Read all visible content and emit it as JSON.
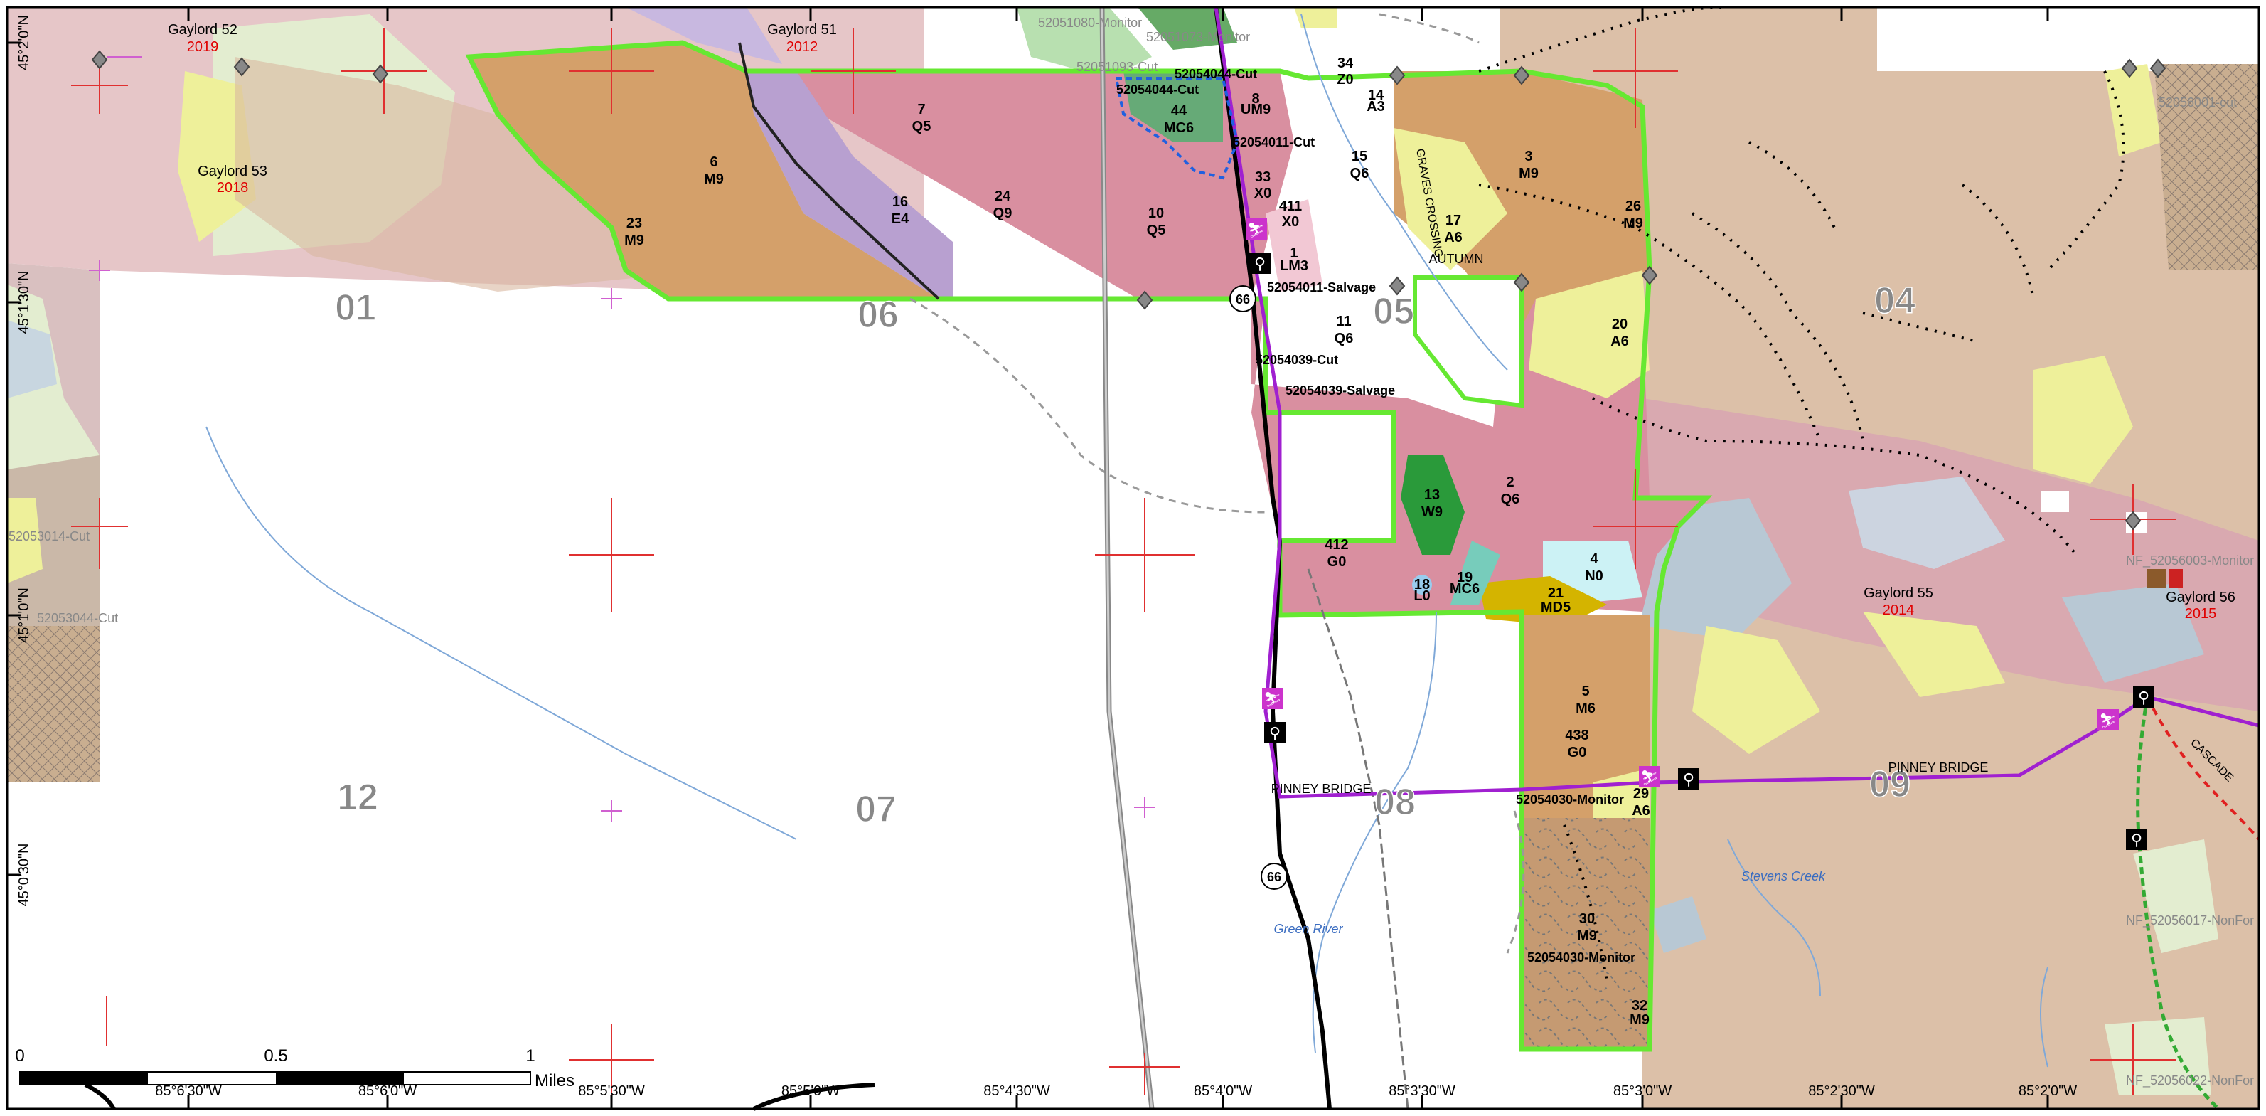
{
  "map": {
    "sections": [
      "01",
      "06",
      "05",
      "04",
      "12",
      "07",
      "08",
      "09"
    ],
    "compartments": [
      {
        "name": "Gaylord 52",
        "year": "2019"
      },
      {
        "name": "Gaylord 51",
        "year": "2012"
      },
      {
        "name": "Gaylord 53",
        "year": "2018"
      },
      {
        "name": "Gaylord 55",
        "year": "2014"
      },
      {
        "name": "Gaylord 56",
        "year": "2015"
      }
    ],
    "stands": [
      {
        "id": "6",
        "code": "M9"
      },
      {
        "id": "7",
        "code": "Q5"
      },
      {
        "id": "16",
        "code": "E4"
      },
      {
        "id": "24",
        "code": "Q9"
      },
      {
        "id": "10",
        "code": "Q5"
      },
      {
        "id": "23",
        "code": "M9"
      },
      {
        "id": "44",
        "code": "MC6"
      },
      {
        "id": "34",
        "code": "Z0"
      },
      {
        "id": "33",
        "code": "X0"
      },
      {
        "id": "411",
        "code": "X0"
      },
      {
        "id": "1",
        "code": "LM3"
      },
      {
        "id": "15",
        "code": "Q6"
      },
      {
        "id": "3",
        "code": "M9"
      },
      {
        "id": "17",
        "code": "A6"
      },
      {
        "id": "26",
        "code": "M9"
      },
      {
        "id": "20",
        "code": "A6"
      },
      {
        "id": "11",
        "code": "Q6"
      },
      {
        "id": "13",
        "code": "W9"
      },
      {
        "id": "2",
        "code": "Q6"
      },
      {
        "id": "412",
        "code": "G0"
      },
      {
        "id": "4",
        "code": "N0"
      },
      {
        "id": "21",
        "code": "MD5"
      },
      {
        "id": "18",
        "code": "L0"
      },
      {
        "id": "19",
        "code": "MC6"
      },
      {
        "id": "5",
        "code": "M6"
      },
      {
        "id": "438",
        "code": "G0"
      },
      {
        "id": "29",
        "code": "A6"
      },
      {
        "id": "30",
        "code": "M9"
      },
      {
        "id": "32",
        "code": "M9"
      },
      {
        "id": "8",
        "code": "UM9"
      },
      {
        "id": "14",
        "code": "A3"
      }
    ],
    "treatments": [
      "52054044-Cut",
      "52054044-Cut",
      "52054011-Cut",
      "52054011-Salvage",
      "52054039-Cut",
      "52054039-Salvage",
      "52054030-Monitor",
      "52054030-Monitor"
    ],
    "gray_treatments": [
      "52051080-Monitor",
      "52051073-Monitor",
      "52051093-Cut",
      "52056001-cut",
      "52053014-Cut",
      "52053044-Cut",
      "NF_52056003-Monitor",
      "NF_52056017-NonFor",
      "NF_52056022-NonFor"
    ],
    "road_names": [
      "PINNEY BRIDGE",
      "PINNEY BRIDGE",
      "GRAVES CROSSING",
      "AUTUMN",
      "CASCADE"
    ],
    "route_shields": [
      "66",
      "66"
    ],
    "water_names": [
      "Stevens Creek",
      "Green River"
    ],
    "latitudes": [
      "45°2'0\"N",
      "45°1'30\"N",
      "45°1'0\"N",
      "45°0'30\"N"
    ],
    "longitudes": [
      "85°6'30\"W",
      "85°6'0\"W",
      "85°5'30\"W",
      "85°5'0\"W",
      "85°4'30\"W",
      "85°4'0\"W",
      "85°3'30\"W",
      "85°3'0\"W",
      "85°2'30\"W",
      "85°2'0\"W"
    ],
    "scale_bar": {
      "labels": [
        "0",
        "0.5",
        "1"
      ],
      "unit": "Miles"
    },
    "colors": {
      "project_boundary": "#66e832",
      "trail": "#a020d0",
      "stand_q": "#d98fa0",
      "stand_m": "#d4a06a",
      "stand_e": "#b8a0d0",
      "stand_a": "#eeee90",
      "stand_w": "#2a9a3a",
      "stand_n": "#ccf2f5",
      "stand_md": "#d4b400",
      "bg_mc": "#d8c0b0",
      "highway": "#000000"
    }
  }
}
